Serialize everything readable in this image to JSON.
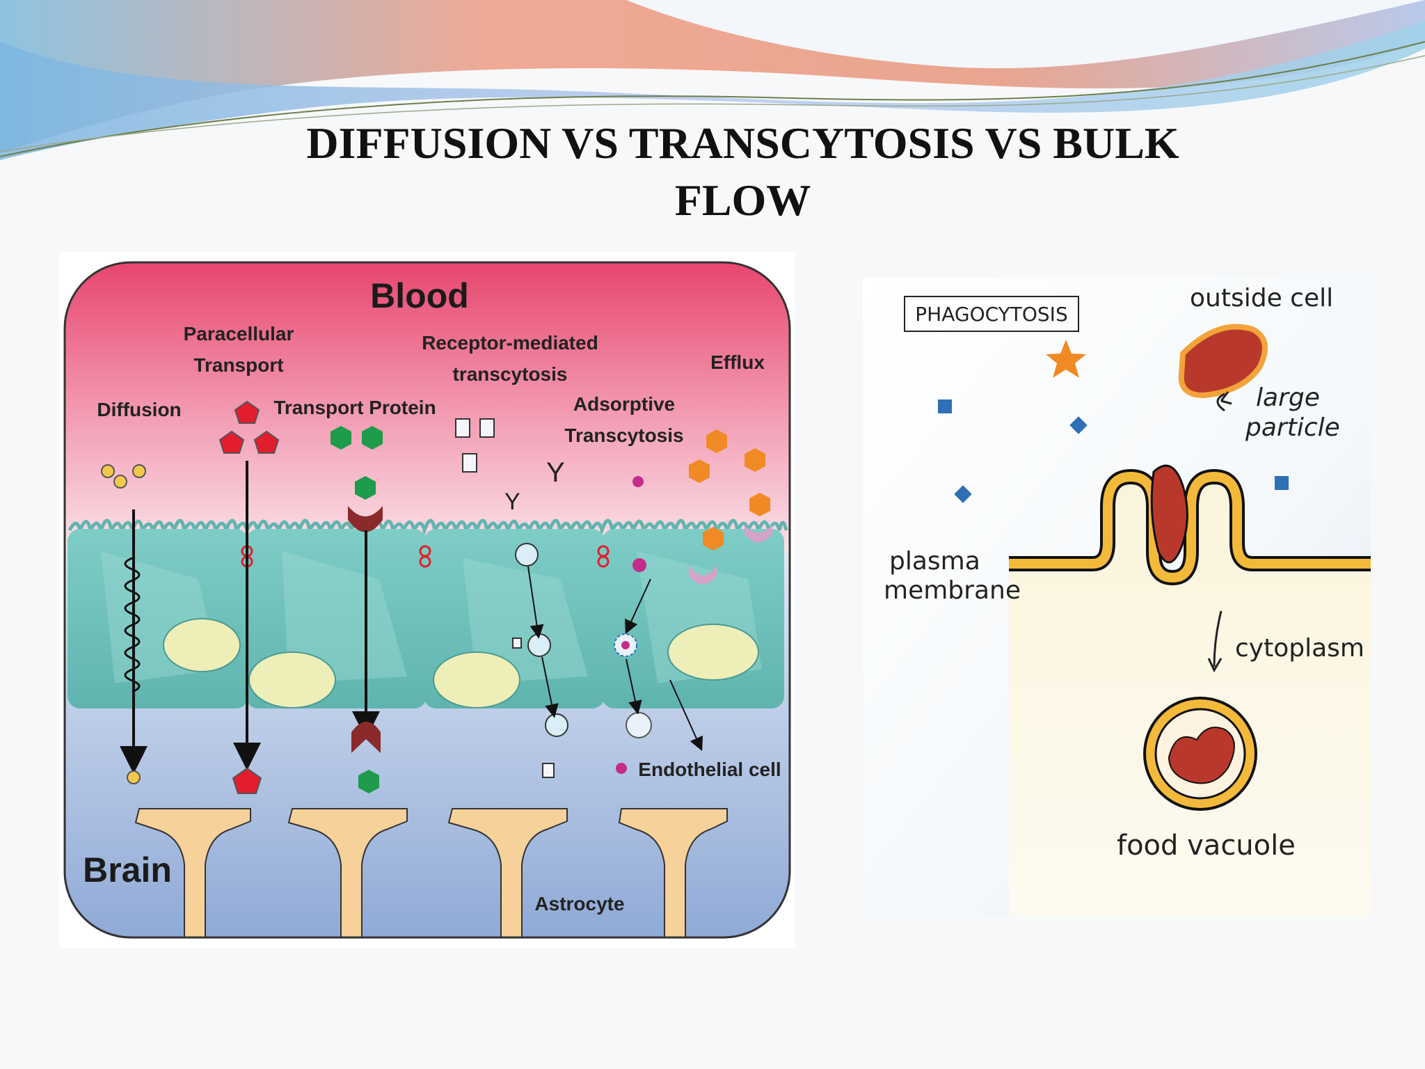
{
  "slide": {
    "title_line1": "DIFFUSION VS TRANSCYTOSIS VS BULK",
    "title_line2": "FLOW"
  },
  "bbb_diagram": {
    "blood_label": "Blood",
    "brain_label": "Brain",
    "paracellular_line1": "Paracellular",
    "paracellular_line2": "Transport",
    "diffusion_label": "Diffusion",
    "transport_protein_label": "Transport Protein",
    "receptor_line1": "Receptor-mediated",
    "receptor_line2": "transcytosis",
    "adsorptive_line1": "Adsorptive",
    "adsorptive_line2": "Transcytosis",
    "efflux_label": "Efflux",
    "endothelial_label": "Endothelial cell",
    "astrocyte_label": "Astrocyte"
  },
  "phagocytosis_diagram": {
    "title": "PHAGOCYTOSIS",
    "outside_cell_label": "outside cell",
    "large_particle_line1": "large",
    "large_particle_line2": "particle",
    "plasma_line1": "plasma",
    "plasma_line2": "membrane",
    "cytoplasm_label": "cytoplasm",
    "food_vacuole_label": "food vacuole"
  },
  "colors": {
    "blood_pink": "#e8466e",
    "brain_blue": "#8fa9d6",
    "cell_teal": "#7ecdc6",
    "nucleus": "#eeeeb8",
    "astrocyte": "#f6d19a",
    "particle_red": "#b8392b",
    "membrane_yellow": "#f3b93a",
    "hexagon_green": "#1e9b4b",
    "hexagon_orange": "#f08a24",
    "pentagon_red": "#e21d2d"
  },
  "icons": [
    "star-icon",
    "square-icon",
    "diamond-icon",
    "hexagon-icon",
    "pentagon-icon",
    "cube-icon",
    "receptor-y-icon",
    "tight-junction-icon"
  ]
}
